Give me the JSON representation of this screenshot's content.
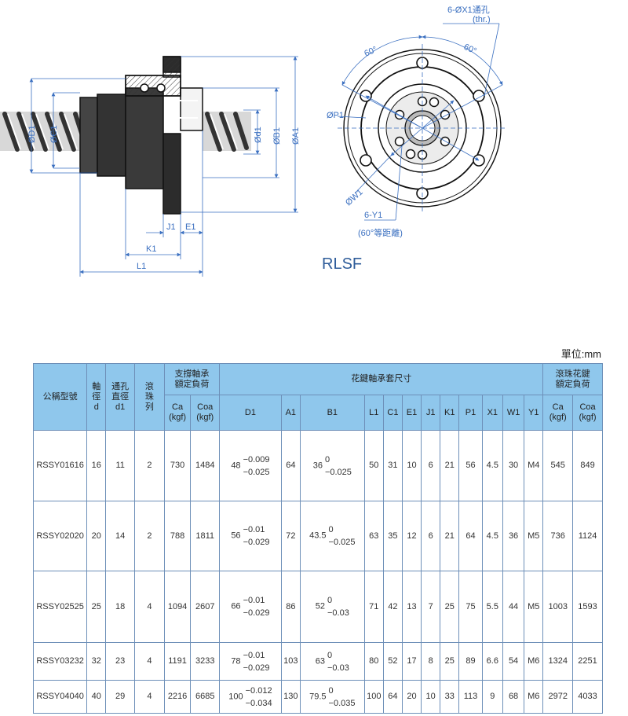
{
  "drawing": {
    "labels": {
      "x1_hole": "6-ØX1通孔",
      "thr": "(thr.)",
      "angle_left": "60°",
      "angle_right": "60°",
      "p1": "ØP1",
      "w1": "ØW1",
      "y1": "6-Y1",
      "y1_note": "(60°等距離)",
      "d1": "ØD1",
      "c1": "ØC1",
      "d1_small": "Ød1",
      "b1": "ØB1",
      "a1": "ØA1",
      "j1": "J1",
      "e1": "E1",
      "k1": "K1",
      "l1": "L1"
    },
    "model": "RLSF"
  },
  "unit_label": "單位:mm",
  "headers": {
    "model": "公稱型號",
    "shaft_dia": [
      "軸",
      "徑",
      "d"
    ],
    "bore_dia": [
      "通孔",
      "直徑",
      "d1"
    ],
    "ball_rows": [
      "滾",
      "珠",
      "列"
    ],
    "support_load": [
      "支撐軸承",
      "額定負荷"
    ],
    "spline_dims": "花鍵軸承套尺寸",
    "ball_spline_load": [
      "滾珠花鍵",
      "額定負荷"
    ],
    "ca": [
      "Ca",
      "(kgf)"
    ],
    "coa": [
      "Coa",
      "(kgf)"
    ],
    "D1": "D1",
    "A1": "A1",
    "B1": "B1",
    "L1": "L1",
    "C1": "C1",
    "E1": "E1",
    "J1": "J1",
    "K1": "K1",
    "P1": "P1",
    "X1": "X1",
    "W1": "W1",
    "Y1": "Y1"
  },
  "rows": [
    {
      "model": "RSSY01616",
      "d": "16",
      "d1": "11",
      "rows": "2",
      "ca": "730",
      "coa": "1484",
      "D1": "48",
      "D1_up": "−0.009",
      "D1_lo": "−0.025",
      "A1": "64",
      "B1": "36",
      "B1_up": "0",
      "B1_lo": "−0.025",
      "L1": "50",
      "C1": "31",
      "E1": "10",
      "J1": "6",
      "K1": "21",
      "P1": "56",
      "X1": "4.5",
      "W1": "30",
      "Y1": "M4",
      "sca": "545",
      "scoa": "849"
    },
    {
      "model": "RSSY02020",
      "d": "20",
      "d1": "14",
      "rows": "2",
      "ca": "788",
      "coa": "1811",
      "D1": "56",
      "D1_up": "−0.01",
      "D1_lo": "−0.029",
      "A1": "72",
      "B1": "43.5",
      "B1_up": "0",
      "B1_lo": "−0.025",
      "L1": "63",
      "C1": "35",
      "E1": "12",
      "J1": "6",
      "K1": "21",
      "P1": "64",
      "X1": "4.5",
      "W1": "36",
      "Y1": "M5",
      "sca": "736",
      "scoa": "1124"
    },
    {
      "model": "RSSY02525",
      "d": "25",
      "d1": "18",
      "rows": "4",
      "ca": "1094",
      "coa": "2607",
      "D1": "66",
      "D1_up": "−0.01",
      "D1_lo": "−0.029",
      "A1": "86",
      "B1": "52",
      "B1_up": "0",
      "B1_lo": "−0.03",
      "L1": "71",
      "C1": "42",
      "E1": "13",
      "J1": "7",
      "K1": "25",
      "P1": "75",
      "X1": "5.5",
      "W1": "44",
      "Y1": "M5",
      "sca": "1003",
      "scoa": "1593"
    },
    {
      "model": "RSSY03232",
      "d": "32",
      "d1": "23",
      "rows": "4",
      "ca": "1191",
      "coa": "3233",
      "D1": "78",
      "D1_up": "−0.01",
      "D1_lo": "−0.029",
      "A1": "103",
      "B1": "63",
      "B1_up": "0",
      "B1_lo": "−0.03",
      "L1": "80",
      "C1": "52",
      "E1": "17",
      "J1": "8",
      "K1": "25",
      "P1": "89",
      "X1": "6.6",
      "W1": "54",
      "Y1": "M6",
      "sca": "1324",
      "scoa": "2251"
    },
    {
      "model": "RSSY04040",
      "d": "40",
      "d1": "29",
      "rows": "4",
      "ca": "2216",
      "coa": "6685",
      "D1": "100",
      "D1_up": "−0.012",
      "D1_lo": "−0.034",
      "A1": "130",
      "B1": "79.5",
      "B1_up": "0",
      "B1_lo": "−0.035",
      "L1": "100",
      "C1": "64",
      "E1": "20",
      "J1": "10",
      "K1": "33",
      "P1": "113",
      "X1": "9",
      "W1": "68",
      "Y1": "M6",
      "sca": "2972",
      "scoa": "4033"
    }
  ]
}
